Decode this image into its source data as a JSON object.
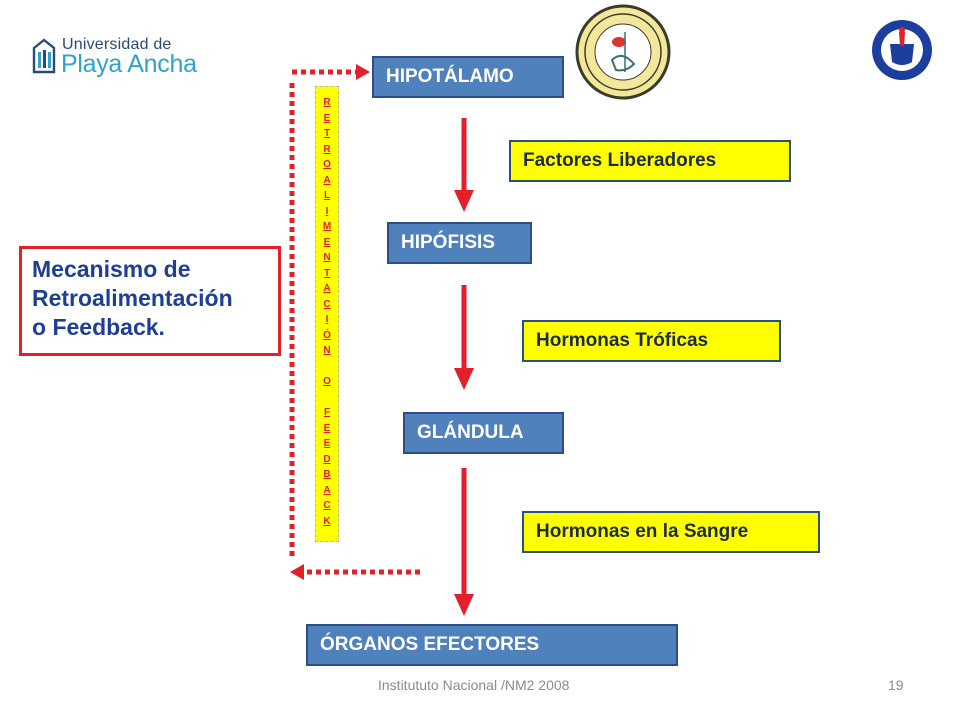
{
  "logo": {
    "line1": "Universidad de",
    "line2": "Playa Ancha"
  },
  "title": "Mecanismo de Retroalimentación o Feedback.",
  "title_lines": [
    "Mecanismo de",
    "Retroalimentación",
    "o Feedback."
  ],
  "feedback_label": "RETROALIMENTACIÓN O FEEDBACK",
  "feedback_letters": [
    "R",
    "E",
    "T",
    "R",
    "O",
    "A",
    "L",
    "I",
    "M",
    "E",
    "N",
    "T",
    "A",
    "C",
    "I",
    "Ó",
    "N",
    " ",
    "O",
    " ",
    "F",
    "E",
    "E",
    "D",
    "B",
    "A",
    "C",
    "K"
  ],
  "blue_boxes": {
    "hipotalamo": "HIPOTÁLAMO",
    "hipofisis": "HIPÓFISIS",
    "glandula": "GLÁNDULA",
    "organos": "ÓRGANOS EFECTORES"
  },
  "yellow_boxes": {
    "factores": "Factores Liberadores",
    "troficas": "Hormonas Tróficas",
    "sangre": "Hormonas en la Sangre"
  },
  "footer": {
    "text": "Institututo Nacional /NM2 2008",
    "page": "19"
  },
  "colors": {
    "blue_box": "#4f81bd",
    "yellow_box": "#ffff00",
    "arrow_red": "#e3202a",
    "title_text": "#1f3f93"
  }
}
